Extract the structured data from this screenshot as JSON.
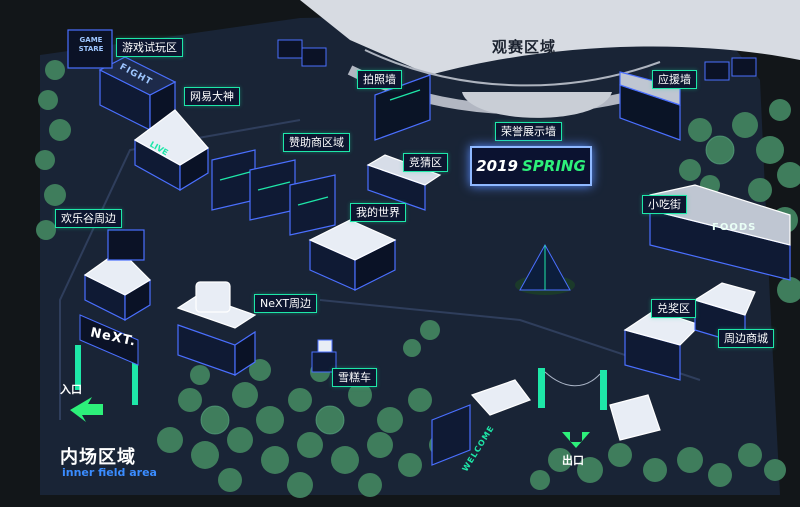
{
  "map": {
    "area_title": "观赛区域",
    "field": {
      "title_cn": "内场区域",
      "title_en": "inner field area"
    },
    "entrance_label": "入口",
    "exit_label": "出口",
    "spring_banner": {
      "year": "2019",
      "word": "SPRING"
    },
    "signs": {
      "next": "NeXT.",
      "foods": "FOODS",
      "welcome": "WELCOME",
      "fight": "FIGHT",
      "live": "LIVE",
      "game_stare": "GAME STARE"
    },
    "zones": [
      {
        "id": "game-trial",
        "label": "游戏试玩区"
      },
      {
        "id": "netease",
        "label": "网易大神"
      },
      {
        "id": "photo-wall",
        "label": "拍照墙"
      },
      {
        "id": "support-wall",
        "label": "应援墙"
      },
      {
        "id": "sponsor",
        "label": "赞助商区域"
      },
      {
        "id": "honor",
        "label": "荣誉展示墙"
      },
      {
        "id": "guess",
        "label": "竞猜区"
      },
      {
        "id": "huanlegu",
        "label": "欢乐谷周边"
      },
      {
        "id": "minecraft",
        "label": "我的世界"
      },
      {
        "id": "snack",
        "label": "小吃街"
      },
      {
        "id": "next-shop",
        "label": "NeXT周边"
      },
      {
        "id": "redeem",
        "label": "兑奖区"
      },
      {
        "id": "merch",
        "label": "周边商城"
      },
      {
        "id": "icecream",
        "label": "雪糕车"
      }
    ],
    "colors": {
      "background": "#121619",
      "ground": "#192436",
      "accent": "#1ee7a8",
      "outline": "#4a6fff",
      "tree": "#3f7d5c"
    }
  }
}
